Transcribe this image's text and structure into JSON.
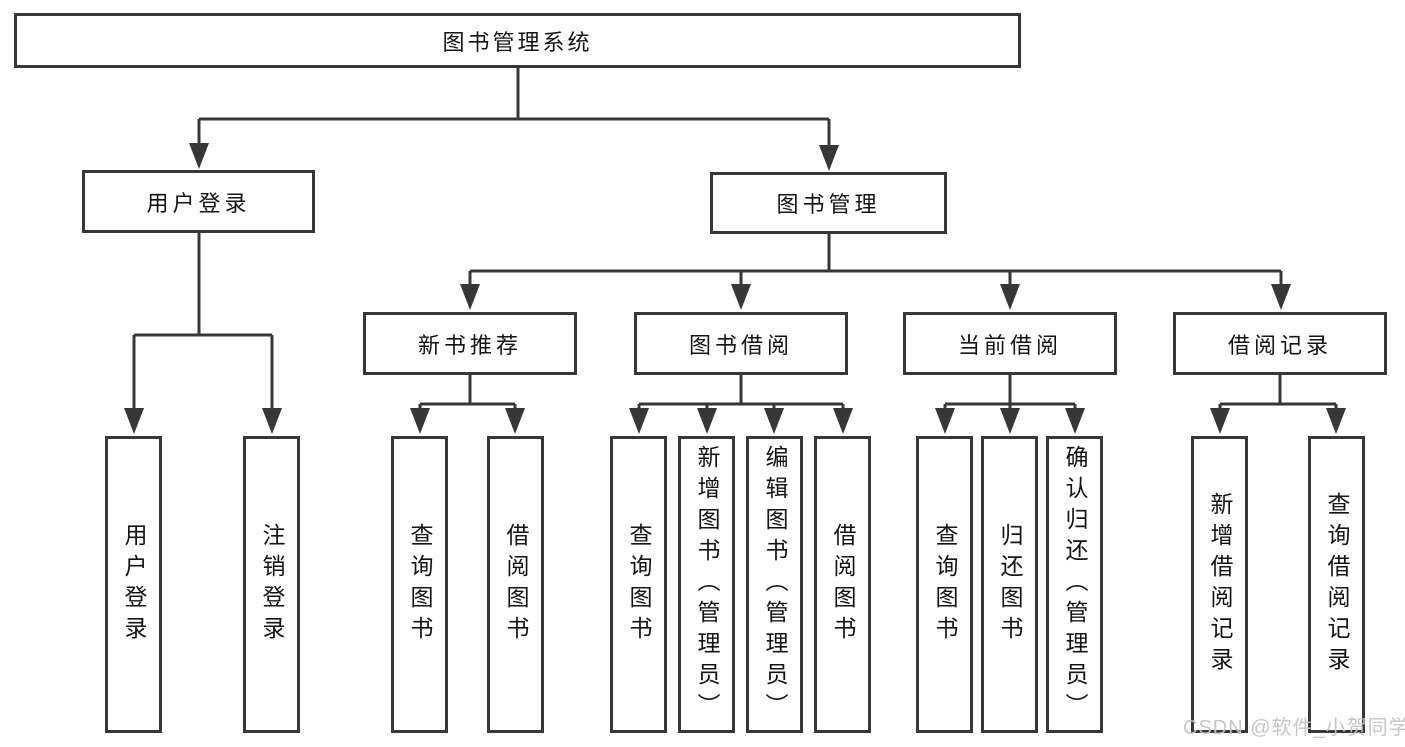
{
  "tree": {
    "root": {
      "label": "图书管理系统"
    },
    "branches": [
      {
        "label": "用户登录",
        "children": [
          {
            "label": "用户登录"
          },
          {
            "label": "注销登录"
          }
        ]
      },
      {
        "label": "图书管理",
        "children": [
          {
            "label": "新书推荐",
            "children": [
              {
                "label": "查询图书"
              },
              {
                "label": "借阅图书"
              }
            ]
          },
          {
            "label": "图书借阅",
            "children": [
              {
                "label": "查询图书"
              },
              {
                "label": "新增图书（管理员）"
              },
              {
                "label": "编辑图书（管理员）"
              },
              {
                "label": "借阅图书"
              }
            ]
          },
          {
            "label": "当前借阅",
            "children": [
              {
                "label": "查询图书"
              },
              {
                "label": "归还图书"
              },
              {
                "label": "确认归还（管理员）"
              }
            ]
          },
          {
            "label": "借阅记录",
            "children": [
              {
                "label": "新增借阅记录"
              },
              {
                "label": "查询借阅记录"
              }
            ]
          }
        ]
      }
    ]
  },
  "watermark": {
    "text": "CSDN @软件_小贺同学"
  },
  "colors": {
    "line": "#373737",
    "box_border": "#373737",
    "text": "#141414",
    "background": "#ffffff",
    "watermark": "#c4c4c4"
  }
}
